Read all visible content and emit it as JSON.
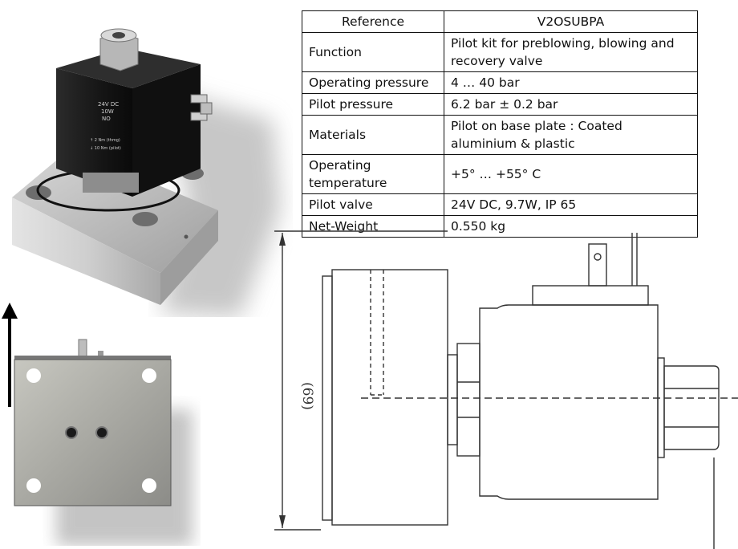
{
  "spec_table": {
    "header": {
      "label": "Reference",
      "value": "V2OSUBPA"
    },
    "rows": [
      {
        "label": "Function",
        "value": "Pilot kit for preblowing, blowing and recovery valve"
      },
      {
        "label": "Operating pressure",
        "value": "4 … 40 bar"
      },
      {
        "label": "Pilot pressure",
        "value": "6.2 bar ± 0.2 bar"
      },
      {
        "label": "Materials",
        "value": "Pilot on base plate : Coated aluminium & plastic"
      },
      {
        "label": "Operating temperature",
        "value": "+5° … +55° C"
      },
      {
        "label": "Pilot valve",
        "value": "24V DC, 9.7W, IP 65"
      },
      {
        "label": "Net-Weight",
        "value": "0.550 kg"
      }
    ]
  },
  "product_photo": {
    "coil_label_line1": "24V DC",
    "coil_label_line2": "10W",
    "coil_label_line3": "NO",
    "coil_label_line4": "↑ 2 Nm (thmg)",
    "coil_label_line5": "↓ 10 Nm (pilot)"
  },
  "drawing": {
    "dimension_label": "(69)"
  },
  "colors": {
    "coil_black": "#1b1b1b",
    "aluminium": "#c9c9c9",
    "line": "#333333"
  }
}
